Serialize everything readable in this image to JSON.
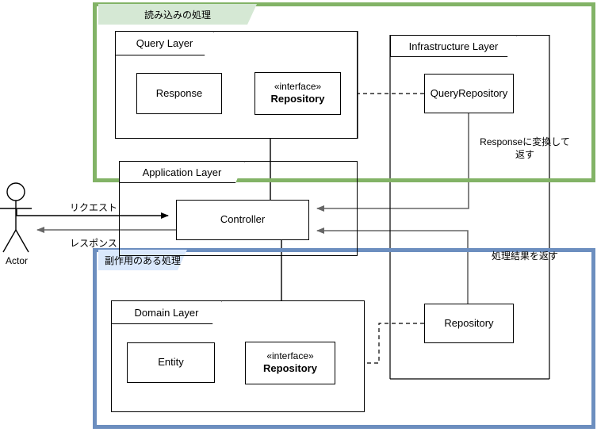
{
  "diagram": {
    "title_read": "読み込みの処理",
    "title_write": "副作用のある処理",
    "colors": {
      "read_group_border": "#82b366",
      "read_group_title_bg": "#d5e8d4",
      "write_group_border": "#6c8ebf",
      "write_group_title_bg": "#dae8fc",
      "box_border": "#000000",
      "box_fill": "#ffffff",
      "arrow_black": "#000000",
      "arrow_gray": "#666666"
    }
  },
  "groups": [
    {
      "id": "read",
      "label": "読み込みの処理"
    },
    {
      "id": "write",
      "label": "副作用のある処理"
    }
  ],
  "packages": [
    {
      "id": "query-layer",
      "label": "Query Layer"
    },
    {
      "id": "infrastructure-layer",
      "label": "Infrastructure Layer"
    },
    {
      "id": "application-layer",
      "label": "Application Layer"
    },
    {
      "id": "domain-layer",
      "label": "Domain Layer"
    }
  ],
  "nodes": [
    {
      "id": "response",
      "label": "Response"
    },
    {
      "id": "query-repository-interface",
      "stereotype": "«interface»",
      "name": "Repository"
    },
    {
      "id": "query-repository",
      "label": "QueryRepository"
    },
    {
      "id": "controller",
      "label": "Controller"
    },
    {
      "id": "entity",
      "label": "Entity"
    },
    {
      "id": "domain-repository-interface",
      "stereotype": "«interface»",
      "name": "Repository"
    },
    {
      "id": "repository-impl",
      "label": "Repository"
    }
  ],
  "actor": {
    "label": "Actor"
  },
  "edge_labels": [
    {
      "id": "request",
      "text": "リクエスト"
    },
    {
      "id": "response-flow",
      "text": "レスポンス"
    },
    {
      "id": "convert-to-response",
      "line1": "Responseに変換して",
      "line2": "返す"
    },
    {
      "id": "return-result",
      "text": "処理結果を返す"
    }
  ]
}
